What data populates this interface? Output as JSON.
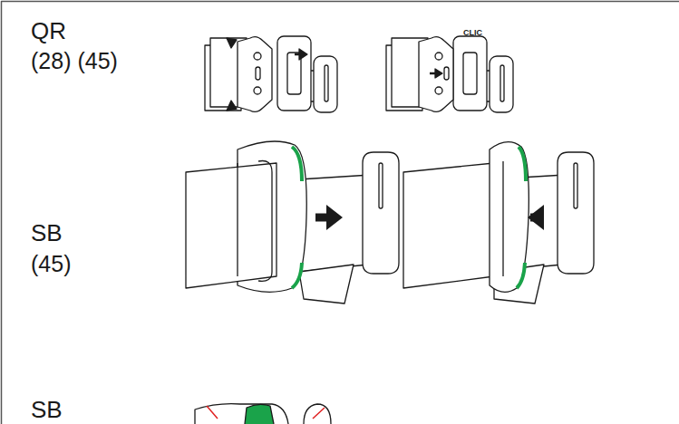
{
  "diagram": {
    "labels": [
      "QR",
      "(28) (45)",
      "CLIC",
      "SB",
      "(45)",
      "SB"
    ]
  }
}
